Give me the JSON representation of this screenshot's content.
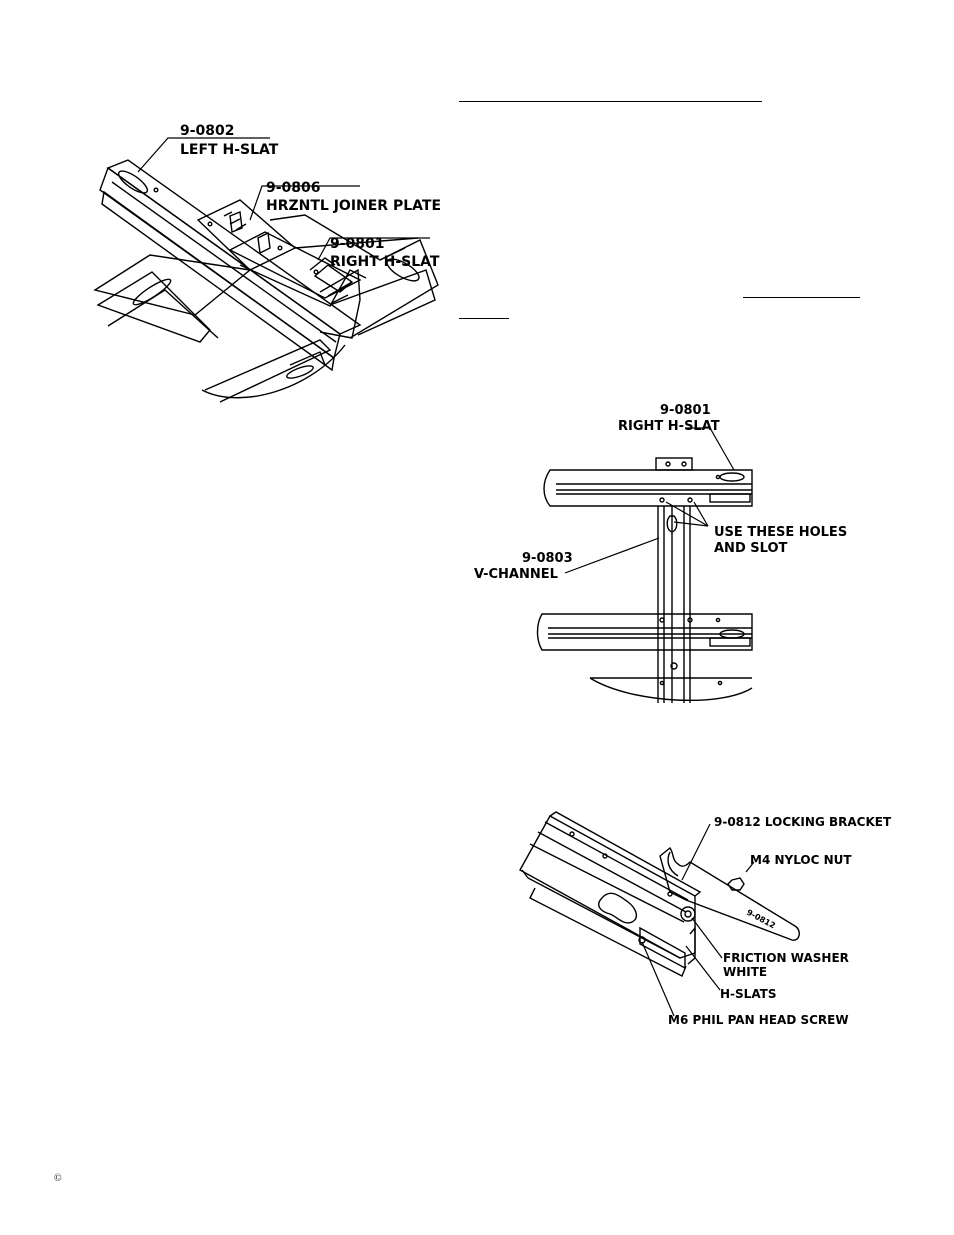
{
  "figure1": {
    "labels": [
      {
        "part": "9-0802",
        "name": "LEFT H-SLAT"
      },
      {
        "part": "9-0806",
        "name": "HRZNTL JOINER PLATE"
      },
      {
        "part": "9-0801",
        "name": "RIGHT H-SLAT"
      }
    ]
  },
  "figure2": {
    "label_right_hslat": {
      "part": "9-0801",
      "name": "RIGHT H-SLAT"
    },
    "label_holes": {
      "line1": "USE THESE HOLES",
      "line2": "AND SLOT"
    },
    "label_vchannel": {
      "part": "9-0803",
      "name": "V-CHANNEL"
    }
  },
  "figure3": {
    "locking_bracket": "9-0812 LOCKING BRACKET",
    "nut": "M4 NYLOC NUT",
    "washer": {
      "line1": "FRICTION WASHER",
      "line2": "WHITE"
    },
    "hslats": "H-SLATS",
    "screw": "M6 PHIL PAN HEAD SCREW",
    "bracket_engraving": "9-0812"
  },
  "footer": {
    "copyright": "©"
  }
}
